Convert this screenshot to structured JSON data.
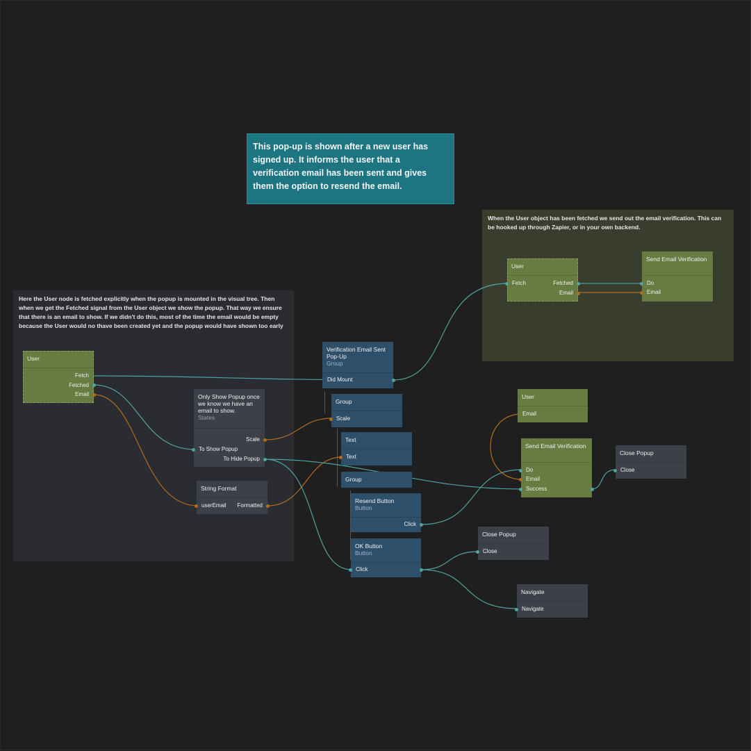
{
  "colors": {
    "canvas_bg": "#1f1f1f",
    "note_bg": "#1c7580",
    "comment_grey": "#2b2c31",
    "comment_olive": "#383d2e",
    "node_green": "#667c40",
    "node_blue": "#2e4f6a",
    "node_grey": "#3c4048",
    "signal_wire": "#4fa3a0",
    "data_wire": "#b06d1e"
  },
  "note": {
    "text": "This pop-up is shown after a new user has signed up. It informs the user that a verification email has been sent and gives them the option to resend the email."
  },
  "comments": {
    "left": "Here the User node is fetched explicitly when the popup is mounted in the visual tree. Then when we get the Fetched signal from the User object we show the popup. That way we ensure that there is an email to show. If we didn't do this,  most of the time the email would be empty because the User would no thave been created yet and the popup would have shown too early",
    "right": "When the User object has been fetched we send out the email verification. This can be hooked up through Zapier, or in your own backend."
  },
  "nodes": {
    "user_left": {
      "title": "User",
      "ports": [
        "Fetch",
        "Fetched",
        "Email"
      ]
    },
    "states": {
      "title": "Only Show Popup once we know we have an email to show.",
      "subtitle": "States",
      "ports": [
        "Scale",
        "To Show Popup",
        "To Hide Popup"
      ]
    },
    "string_format": {
      "title": "String Format",
      "ports": [
        "userEmail",
        "Formatted"
      ]
    },
    "popup_group": {
      "title": "Verification Email Sent Pop-Up",
      "subtitle": "Group",
      "ports": [
        "Did Mount"
      ]
    },
    "group1": {
      "title": "Group",
      "ports": [
        "Scale"
      ]
    },
    "text": {
      "title": "Text",
      "ports": [
        "Text"
      ]
    },
    "group2": {
      "title": "Group"
    },
    "resend_button": {
      "title": "Resend Button",
      "subtitle": "Button",
      "ports": [
        "Click"
      ]
    },
    "ok_button": {
      "title": "OK Button",
      "subtitle": "Button",
      "ports": [
        "Click"
      ]
    },
    "user_top_right": {
      "title": "User",
      "ports": [
        "Fetch",
        "Fetched",
        "Email"
      ]
    },
    "send_email_top": {
      "title": "Send Email Verification",
      "ports": [
        "Do",
        "Email"
      ]
    },
    "user_mid_right": {
      "title": "User",
      "ports": [
        "Email"
      ]
    },
    "send_email_mid": {
      "title": "Send Email Verification",
      "ports": [
        "Do",
        "Email",
        "Success"
      ]
    },
    "close_popup_1": {
      "title": "Close Popup",
      "ports": [
        "Close"
      ]
    },
    "close_popup_2": {
      "title": "Close Popup",
      "ports": [
        "Close"
      ]
    },
    "navigate": {
      "title": "Navigate",
      "ports": [
        "Navigate"
      ]
    }
  }
}
